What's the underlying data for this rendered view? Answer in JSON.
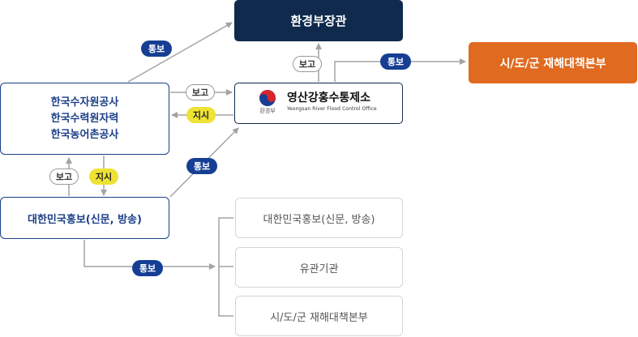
{
  "nodes": {
    "minister": "환경부장관",
    "hq_top": "시/도/군 재해대책본부",
    "agencies": [
      "한국수자원공사",
      "한국수력원자력",
      "한국농어촌공사"
    ],
    "office": {
      "emblem_label": "환경부",
      "name": "영산강홍수통제소",
      "english": "Yeongsan River Flood Control Office"
    },
    "press": "대한민국홍보(신문, 방송)",
    "recipients": [
      "대한민국홍보(신문, 방송)",
      "유관기관",
      "시/도/군 재해대책본부"
    ]
  },
  "labels": {
    "notify": "통보",
    "report": "보고",
    "instruct": "지시"
  },
  "colors": {
    "navy": "#0f2a4d",
    "orange": "#e06a1f",
    "blue": "#163f94",
    "yellow": "#eee234",
    "gray_border": "#d6d6d6",
    "connector": "#a3a3a3"
  }
}
